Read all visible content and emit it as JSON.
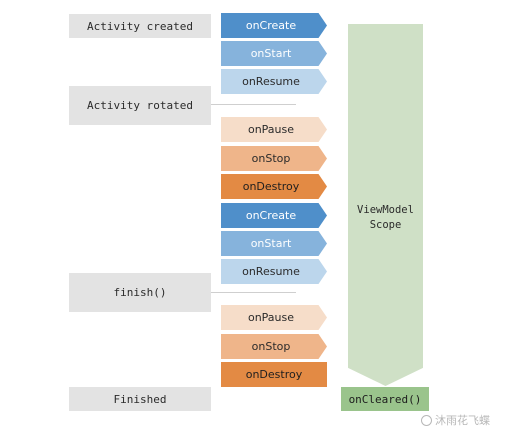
{
  "states": {
    "created": "Activity created",
    "rotated": "Activity rotated",
    "finish": "finish()",
    "finished": "Finished"
  },
  "steps": [
    {
      "label": "onCreate",
      "color": "#4f8fca",
      "text_color": "#ffffff"
    },
    {
      "label": "onStart",
      "color": "#86b3dc",
      "text_color": "#ffffff"
    },
    {
      "label": "onResume",
      "color": "#bcd6ec",
      "text_color": "#2b2b2b"
    },
    {
      "label": "onPause",
      "color": "#f6ddc9",
      "text_color": "#2b2b2b"
    },
    {
      "label": "onStop",
      "color": "#efb58a",
      "text_color": "#2b2b2b"
    },
    {
      "label": "onDestroy",
      "color": "#e38a44",
      "text_color": "#1f1f1f"
    },
    {
      "label": "onCreate",
      "color": "#4f8fca",
      "text_color": "#ffffff"
    },
    {
      "label": "onStart",
      "color": "#86b3dc",
      "text_color": "#ffffff"
    },
    {
      "label": "onResume",
      "color": "#bcd6ec",
      "text_color": "#2b2b2b"
    },
    {
      "label": "onPause",
      "color": "#f6ddc9",
      "text_color": "#2b2b2b"
    },
    {
      "label": "onStop",
      "color": "#efb58a",
      "text_color": "#2b2b2b"
    },
    {
      "label": "onDestroy",
      "color": "#e38a44",
      "text_color": "#1f1f1f"
    }
  ],
  "scope": {
    "line1": "ViewModel",
    "line2": "Scope",
    "color": "#cfe0c6"
  },
  "cleared": {
    "label": "onCleared()",
    "color": "#9ac48c"
  },
  "watermark": {
    "text": "沐雨花飞蝶"
  }
}
